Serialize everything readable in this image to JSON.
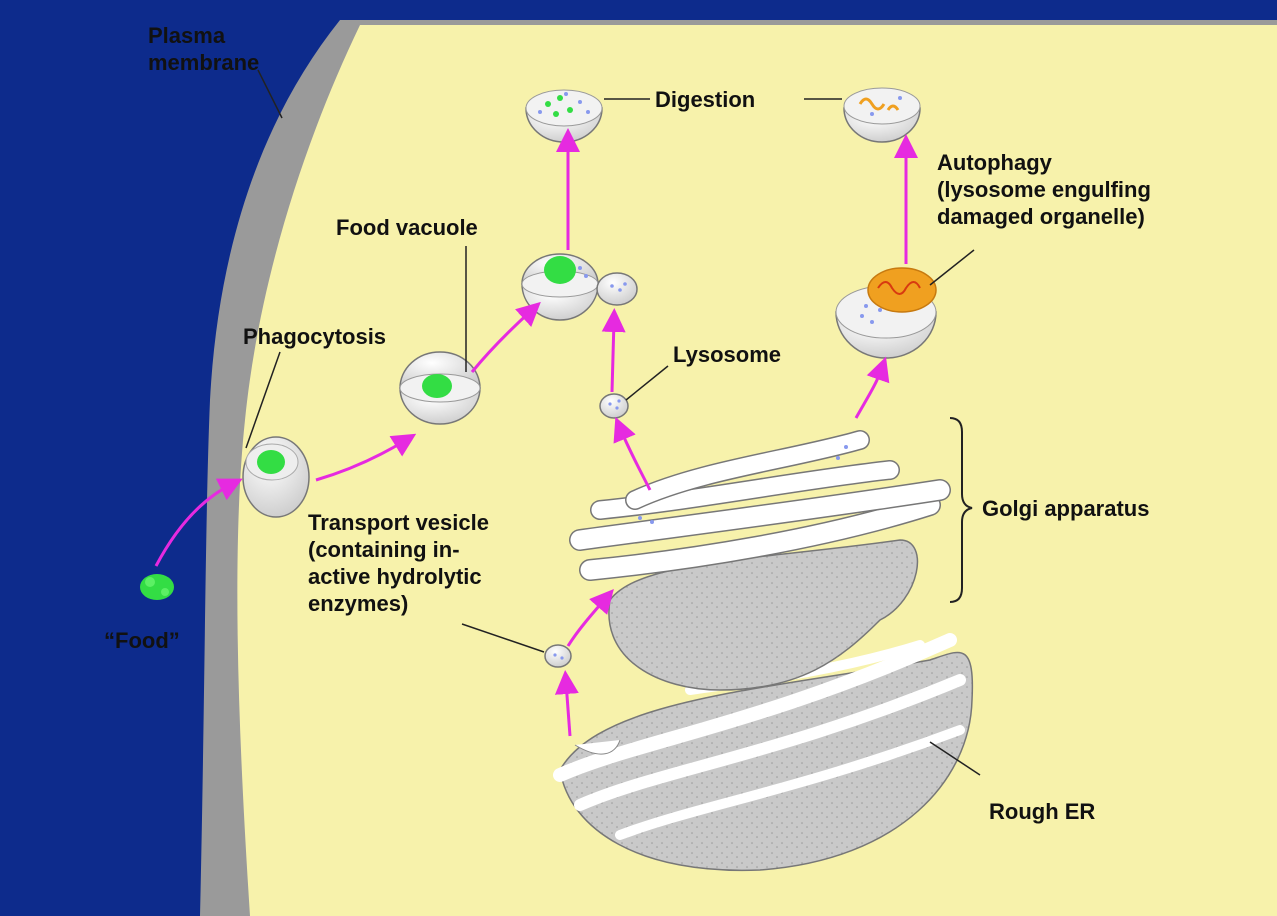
{
  "labels": {
    "plasma_membrane": "Plasma\nmembrane",
    "digestion": "Digestion",
    "autophagy": "Autophagy\n(lysosome engulfing\ndamaged organelle)",
    "food_vacuole": "Food vacuole",
    "phagocytosis": "Phagocytosis",
    "lysosome": "Lysosome",
    "transport_vesicle": "Transport vesicle\n(containing in-\nactive hydrolytic\nenzymes)",
    "golgi": "Golgi apparatus",
    "food": "“Food”",
    "rough_er": "Rough ER"
  },
  "colors": {
    "background": "#0d2b8c",
    "cytoplasm": "#f7f2ab",
    "membrane_edge": "#9a9a9a",
    "arrow": "#e62ae0",
    "food": "#33dd44",
    "enzyme_dots": "#8899ee",
    "organelle": "#f0a020"
  }
}
